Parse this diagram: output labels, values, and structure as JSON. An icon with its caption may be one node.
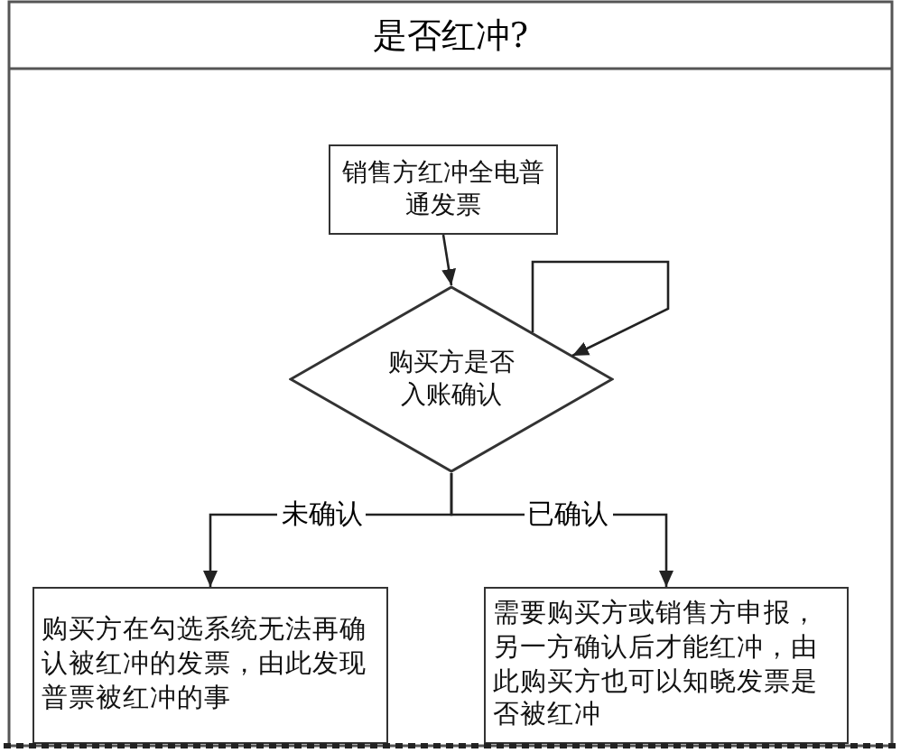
{
  "diagram": {
    "title": "是否红冲?",
    "nodes": [
      {
        "text": [
          "销售方红冲全电普通发票"
        ]
      },
      {
        "text": [
          "购买方是否入账确认"
        ]
      },
      {
        "text": [
          "购买方在勾选系统无法再确认被红冲的发票，由此发现普票被红冲的事"
        ]
      },
      {
        "text": [
          "需要购买方或销售方申报，另一方确认后才能红冲，由此购买方也可以知晓发票是否被红冲"
        ]
      }
    ],
    "edges": [
      {
        "from": 0,
        "to": 1,
        "arrow": "to"
      },
      {
        "from": 1,
        "to": 1,
        "arrow": "to"
      },
      {
        "from": 1,
        "to": 2,
        "arrow": "to",
        "label": "未确认"
      },
      {
        "from": 1,
        "to": 3,
        "arrow": "to",
        "label": "已确认"
      }
    ]
  }
}
